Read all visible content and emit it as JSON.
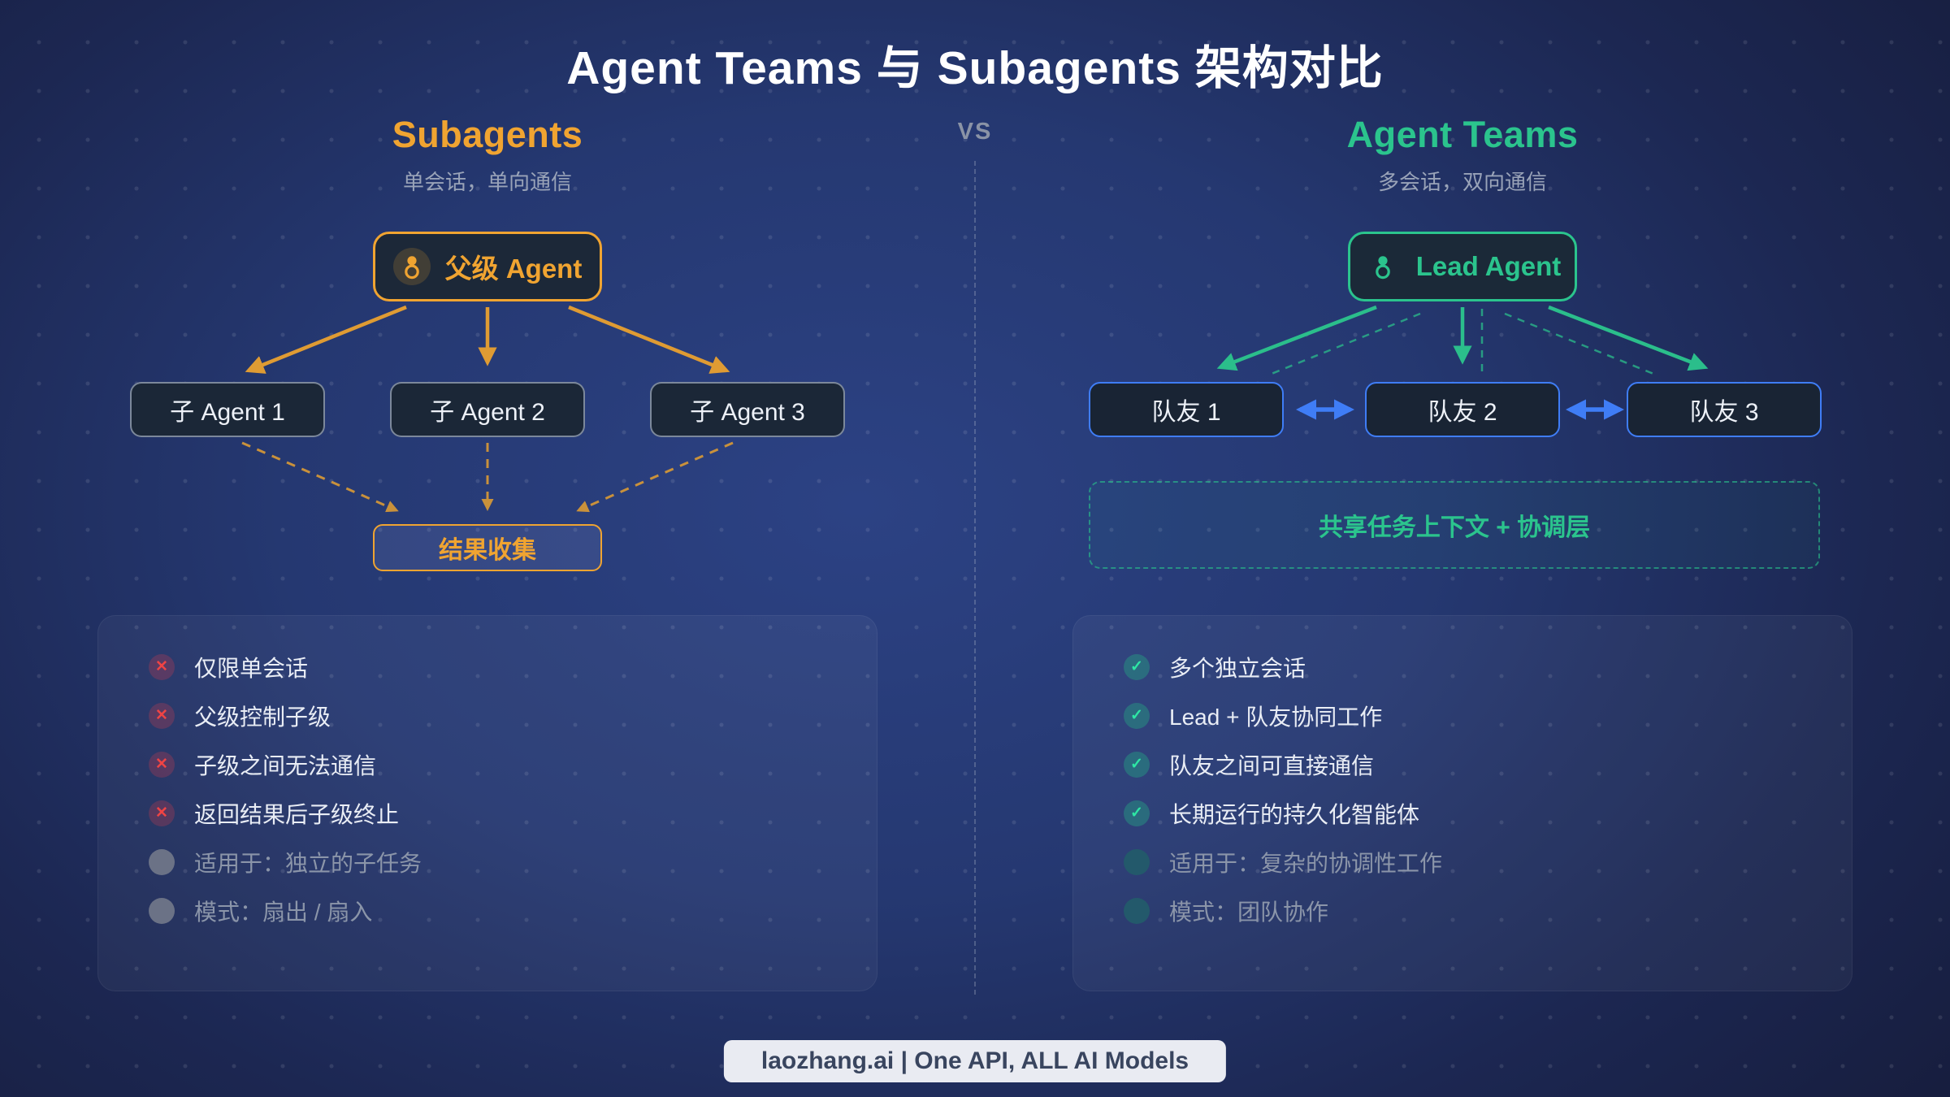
{
  "title": "Agent Teams 与 Subagents 架构对比",
  "divider": {
    "vs": "VS"
  },
  "colors": {
    "subagents_accent": "#F0A431",
    "teams_accent": "#2BC48D",
    "teammate_border": "#3F7DF6",
    "cross_red": "#EF4444",
    "background_navy": "#24356E"
  },
  "left": {
    "heading": "Subagents",
    "subtitle": "单会话，单向通信",
    "parent_label": "父级 Agent",
    "children": [
      "子 Agent 1",
      "子 Agent 2",
      "子 Agent 3"
    ],
    "collector": "结果收集",
    "points": [
      {
        "type": "cross",
        "glyph": "✕",
        "text": "仅限单会话"
      },
      {
        "type": "cross",
        "glyph": "✕",
        "text": "父级控制子级"
      },
      {
        "type": "cross",
        "glyph": "✕",
        "text": "子级之间无法通信"
      },
      {
        "type": "cross",
        "glyph": "✕",
        "text": "返回结果后子级终止"
      },
      {
        "type": "dot",
        "glyph": "",
        "text": "适用于：独立的子任务"
      },
      {
        "type": "dot",
        "glyph": "",
        "text": "模式：扇出 / 扇入"
      }
    ]
  },
  "right": {
    "heading": "Agent Teams",
    "subtitle": "多会话，双向通信",
    "lead_label": "Lead Agent",
    "teammates": [
      "队友 1",
      "队友 2",
      "队友 3"
    ],
    "shared_layer": "共享任务上下文 + 协调层",
    "points": [
      {
        "type": "check",
        "glyph": "✓",
        "text": "多个独立会话"
      },
      {
        "type": "check",
        "glyph": "✓",
        "text": "Lead + 队友协同工作"
      },
      {
        "type": "check",
        "glyph": "✓",
        "text": "队友之间可直接通信"
      },
      {
        "type": "check",
        "glyph": "✓",
        "text": "长期运行的持久化智能体"
      },
      {
        "type": "dot",
        "glyph": "",
        "text": "适用于：复杂的协调性工作"
      },
      {
        "type": "dot",
        "glyph": "",
        "text": "模式：团队协作"
      }
    ]
  },
  "footer": {
    "text": "laozhang.ai | One API, ALL AI Models"
  }
}
